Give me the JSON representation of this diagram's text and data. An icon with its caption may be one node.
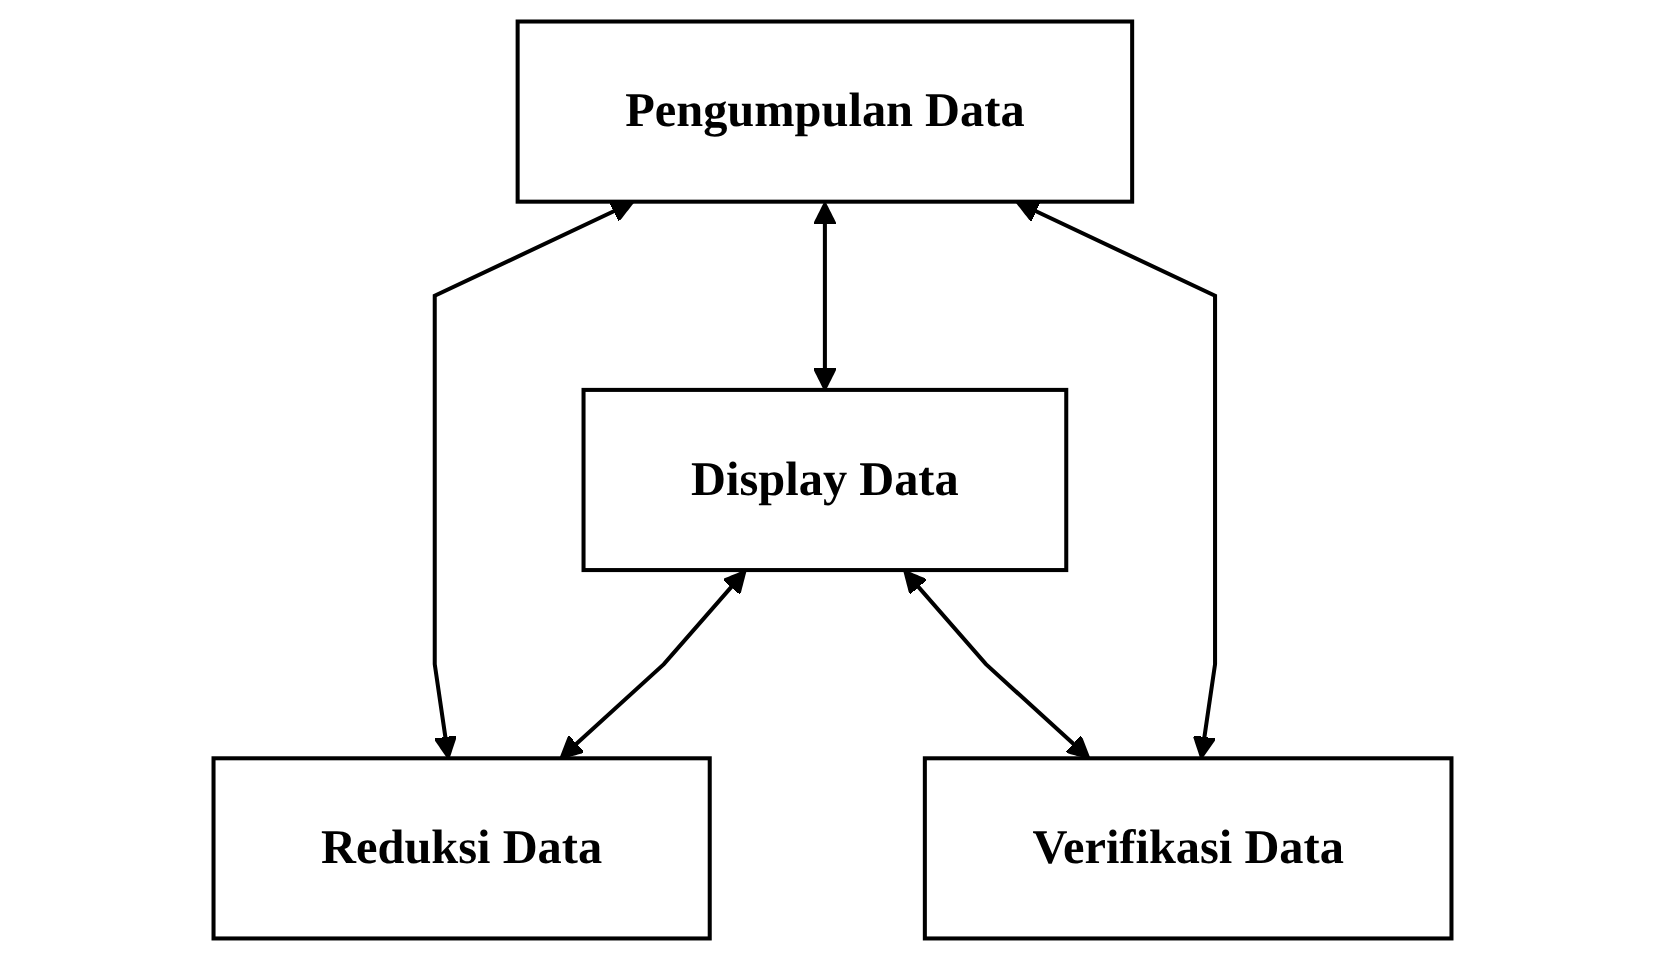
{
  "diagram": {
    "nodes": [
      {
        "text": [
          "Pengumpulan Data"
        ]
      },
      {
        "text": [
          "Display Data"
        ]
      },
      {
        "text": [
          "Reduksi Data"
        ]
      },
      {
        "text": [
          "Verifikasi Data"
        ]
      }
    ],
    "edges": [
      {
        "from": 0,
        "to": 1,
        "arrow": "both"
      },
      {
        "from": 0,
        "to": 2,
        "arrow": "both"
      },
      {
        "from": 1,
        "to": 2,
        "arrow": "both"
      },
      {
        "from": 1,
        "to": 3,
        "arrow": "both"
      },
      {
        "from": 0,
        "to": 3,
        "arrow": "both"
      }
    ]
  }
}
